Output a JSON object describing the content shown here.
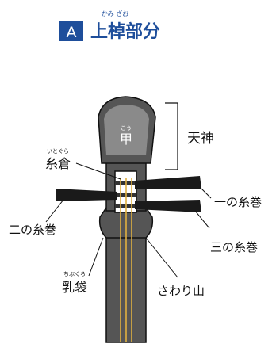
{
  "header": {
    "badge": "A",
    "title": "上棹部分",
    "ruby": "かみ ざお"
  },
  "parts": {
    "kou": {
      "ruby": "こう",
      "label": "甲"
    },
    "tenjin": {
      "label": "天神"
    },
    "itogura": {
      "ruby": "いとぐら",
      "label": "糸倉"
    },
    "ichi": {
      "label": "一の糸巻"
    },
    "ni": {
      "label": "二の糸巻"
    },
    "san": {
      "label": "三の糸巻"
    },
    "chibukuro": {
      "ruby": "ちぶくろ",
      "label": "乳袋"
    },
    "sawari": {
      "label": "さわり山"
    }
  },
  "colors": {
    "accent": "#1e4e9b",
    "body": "#555555",
    "head": "#8a8a8a",
    "string": "#e0b040",
    "peg": "#1a1a1a"
  }
}
